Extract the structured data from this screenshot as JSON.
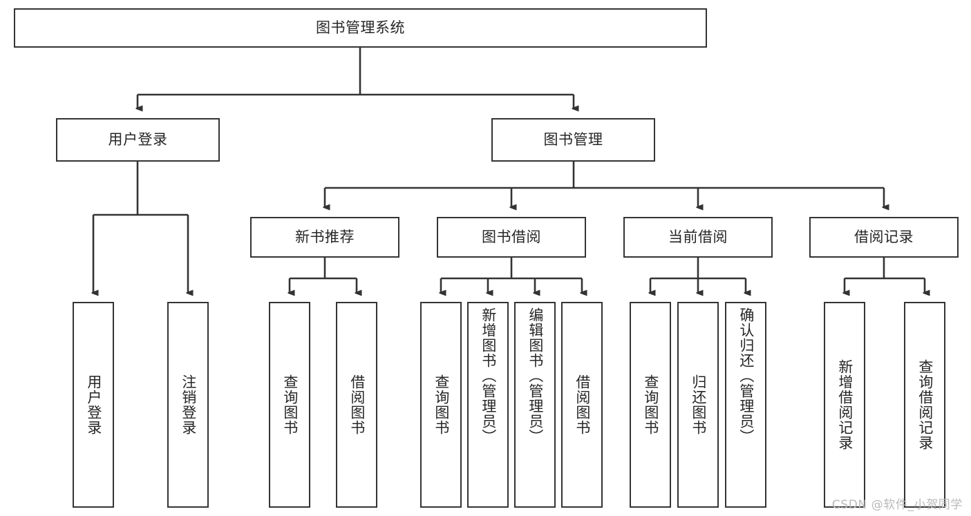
{
  "diagram": {
    "title": "图书管理系统",
    "type": "tree-hierarchy-chart",
    "root": {
      "label": "图书管理系统"
    },
    "level2": [
      {
        "id": "user-login",
        "label": "用户登录"
      },
      {
        "id": "book-manage",
        "label": "图书管理"
      }
    ],
    "level3": [
      {
        "id": "new-book-recommend",
        "label": "新书推荐"
      },
      {
        "id": "book-borrow",
        "label": "图书借阅"
      },
      {
        "id": "current-borrow",
        "label": "当前借阅"
      },
      {
        "id": "borrow-record",
        "label": "借阅记录"
      }
    ],
    "leaves": {
      "user_login": [
        {
          "id": "leaf-user-login",
          "label": "用户登录"
        },
        {
          "id": "leaf-logout",
          "label": "注销登录"
        }
      ],
      "new_book_recommend": [
        {
          "id": "leaf-query-book-1",
          "label": "查询图书"
        },
        {
          "id": "leaf-borrow-book-1",
          "label": "借阅图书"
        }
      ],
      "book_borrow": [
        {
          "id": "leaf-query-book-2",
          "label": "查询图书"
        },
        {
          "id": "leaf-add-book",
          "label": "新增图书（管理员）"
        },
        {
          "id": "leaf-edit-book",
          "label": "编辑图书（管理员）"
        },
        {
          "id": "leaf-borrow-book-2",
          "label": "借阅图书"
        }
      ],
      "current_borrow": [
        {
          "id": "leaf-query-book-3",
          "label": "查询图书"
        },
        {
          "id": "leaf-return-book",
          "label": "归还图书"
        },
        {
          "id": "leaf-confirm-return",
          "label": "确认归还（管理员）"
        }
      ],
      "borrow_record": [
        {
          "id": "leaf-add-record",
          "label": "新增借阅记录"
        },
        {
          "id": "leaf-query-record",
          "label": "查询借阅记录"
        }
      ]
    },
    "watermark": "CSDN @软件_小贺同学",
    "colors": {
      "stroke": "#333333",
      "fill": "#ffffff",
      "text": "#262626",
      "watermark": "#b9b9b9"
    }
  }
}
